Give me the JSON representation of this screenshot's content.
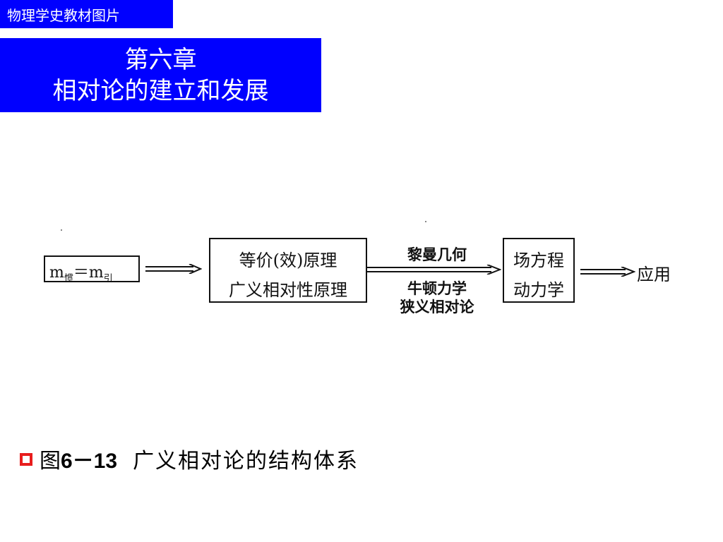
{
  "header": {
    "tag": "物理学史教材图片",
    "chapter": "第六章",
    "chapter_title": "相对论的建立和发展"
  },
  "diagram": {
    "mass_eq_m1": "m",
    "mass_eq_sub1": "惯",
    "mass_eq_mid": "＝m",
    "mass_eq_sub2": "引",
    "principle_1": "等价(效)原理",
    "principle_2": "广义相对性原理",
    "mid_top": "黎曼几何",
    "mid_bottom_1": "牛顿力学",
    "mid_bottom_2": "狭义相对论",
    "field_1": "场方程",
    "field_2": "动力学",
    "application": "应用"
  },
  "caption": {
    "prefix": "图",
    "number": "6－13",
    "text": "广义相对论的结构体系"
  },
  "colors": {
    "banner": "#0000ff",
    "bullet": "#e81d1d"
  }
}
